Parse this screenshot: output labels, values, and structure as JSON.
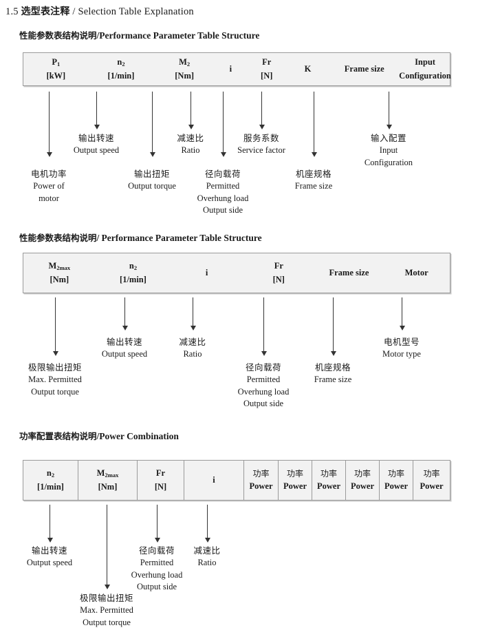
{
  "document": {
    "section_number": "1.5",
    "title_cn": "选型表注释",
    "title_sep": "/",
    "title_en": "Selection Table Explanation"
  },
  "sections": [
    {
      "heading_cn": "性能参数表结构说明",
      "heading_sep": "/",
      "heading_en": "Performance Parameter Table Structure",
      "table": {
        "divided": false,
        "columns": [
          {
            "line1": "P",
            "sub1": "1",
            "line2": "[kW]"
          },
          {
            "line1": "n",
            "sub1": "2",
            "line2": "[1/min]"
          },
          {
            "line1": "M",
            "sub1": "2",
            "line2": "[Nm]"
          },
          {
            "line1": "i",
            "sub1": "",
            "line2": ""
          },
          {
            "line1": "Fr",
            "sub1": "",
            "line2": "[N]"
          },
          {
            "line1": "K",
            "sub1": "",
            "line2": ""
          },
          {
            "line1": "Frame size",
            "sub1": "",
            "line2": ""
          },
          {
            "line1": "Input",
            "sub1": "",
            "line2": "Configuration"
          }
        ]
      },
      "annotations": [
        {
          "cn": "电机功率",
          "en": [
            "Power of",
            "motor"
          ]
        },
        {
          "cn": "输出转速",
          "en": [
            "Output speed"
          ]
        },
        {
          "cn": "输出扭矩",
          "en": [
            "Output torque"
          ]
        },
        {
          "cn": "减速比",
          "en": [
            "Ratio"
          ]
        },
        {
          "cn": "径向载荷",
          "en": [
            "Permitted",
            "Overhung load",
            "Output side"
          ]
        },
        {
          "cn": "服务系数",
          "en": [
            "Service factor"
          ]
        },
        {
          "cn": "机座规格",
          "en": [
            "Frame size"
          ]
        },
        {
          "cn": "输入配置",
          "en": [
            "Input",
            "Configuration"
          ]
        }
      ]
    },
    {
      "heading_cn": "性能参数表结构说明",
      "heading_sep": "/",
      "heading_en": "Performance Parameter Table Structure",
      "table": {
        "divided": false,
        "columns": [
          {
            "line1": "M",
            "sub1": "2max",
            "line2": "[Nm]"
          },
          {
            "line1": "n",
            "sub1": "2",
            "line2": "[1/min]"
          },
          {
            "line1": "i",
            "sub1": "",
            "line2": ""
          },
          {
            "line1": "Fr",
            "sub1": "",
            "line2": "[N]"
          },
          {
            "line1": "Frame size",
            "sub1": "",
            "line2": ""
          },
          {
            "line1": "Motor",
            "sub1": "",
            "line2": ""
          }
        ]
      },
      "annotations": [
        {
          "cn": "极限输出扭矩",
          "en": [
            "Max. Permitted",
            "Output  torque"
          ]
        },
        {
          "cn": "输出转速",
          "en": [
            "Output speed"
          ]
        },
        {
          "cn": "减速比",
          "en": [
            "Ratio"
          ]
        },
        {
          "cn": "径向载荷",
          "en": [
            "Permitted",
            "Overhung load",
            "Output side"
          ]
        },
        {
          "cn": "机座规格",
          "en": [
            "Frame size"
          ]
        },
        {
          "cn": "电机型号",
          "en": [
            "Motor type"
          ]
        }
      ]
    },
    {
      "heading_cn": "功率配置表结构说明",
      "heading_sep": "/",
      "heading_en": "Power Combination",
      "table": {
        "divided": true,
        "columns": [
          {
            "line1": "n",
            "sub1": "2",
            "line2": "[1/min]"
          },
          {
            "line1": "M",
            "sub1": "2max",
            "line2": "[Nm]"
          },
          {
            "line1": "Fr",
            "sub1": "",
            "line2": "[N]"
          },
          {
            "line1": "i",
            "sub1": "",
            "line2": ""
          },
          {
            "line1": "功率",
            "sub1": "",
            "line2": "Power",
            "cn1": true
          },
          {
            "line1": "功率",
            "sub1": "",
            "line2": "Power",
            "cn1": true
          },
          {
            "line1": "功率",
            "sub1": "",
            "line2": "Power",
            "cn1": true
          },
          {
            "line1": "功率",
            "sub1": "",
            "line2": "Power",
            "cn1": true
          },
          {
            "line1": "功率",
            "sub1": "",
            "line2": "Power",
            "cn1": true
          },
          {
            "line1": "功率",
            "sub1": "",
            "line2": "Power",
            "cn1": true
          }
        ]
      },
      "annotations": [
        {
          "cn": "输出转速",
          "en": [
            "Output speed"
          ]
        },
        {
          "cn": "极限输出扭矩",
          "en": [
            "Max. Permitted",
            "Output  torque"
          ]
        },
        {
          "cn": "径向载荷",
          "en": [
            "Permitted",
            "Overhung load",
            "Output side"
          ]
        },
        {
          "cn": "减速比",
          "en": [
            "Ratio"
          ]
        }
      ]
    }
  ],
  "colors": {
    "table_fill": "#f2f2f2",
    "table_border": "#9a9a9a",
    "arrow": "#333333",
    "text": "#1a1a1a"
  }
}
